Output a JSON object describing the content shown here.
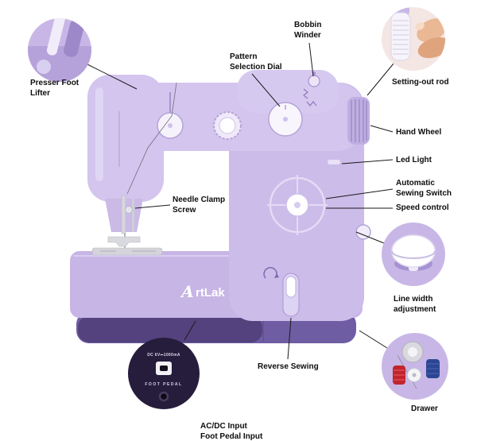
{
  "brand": {
    "logo_initial": "A",
    "logo_rest": "rtLak"
  },
  "callouts": {
    "presser_foot_lifter": "Presser Foot\nLifter",
    "pattern_selection_dial": "Pattern\nSelection Dial",
    "bobbin_winder": "Bobbin\nWinder",
    "setting_out_rod": "Setting-out rod",
    "hand_wheel": "Hand Wheel",
    "led_light": "Led Light",
    "automatic_sewing_switch": "Automatic\nSewing Switch",
    "speed_control": "Speed control",
    "needle_clamp_screw": "Needle Clamp\nScrew",
    "line_width_adjustment": "Line width\nadjustment",
    "reverse_sewing": "Reverse Sewing",
    "drawer": "Drawer",
    "ac_dc_input": "AC/DC Input\nFoot Pedal Input"
  },
  "power_inset": {
    "dc_rating": "DC 6V⎓1000mA",
    "foot_pedal": "FOOT PEDAL"
  },
  "colors": {
    "machine_body": "#ccbce9",
    "machine_light": "#d6c9f0",
    "machine_base": "#6e5da3",
    "machine_base_dark": "#53427e",
    "inset_lavender": "#c8b7e6",
    "inset_pink": "#f4e6e3",
    "inset_dark": "#261d3c",
    "label_color": "#0d0d0d"
  }
}
